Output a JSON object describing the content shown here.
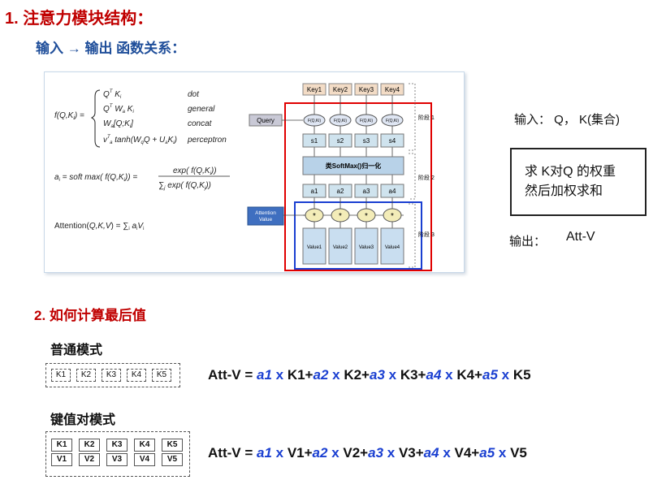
{
  "title": "1. 注意力模块结构：",
  "subtitle": "输入 → 输出  函数关系：",
  "figure": {
    "formula_left": "f(Q,K",
    "cases": [
      {
        "expr": "Q",
        "name": "dot"
      },
      {
        "expr": "Q",
        "name": "general"
      },
      {
        "expr": "W",
        "name": "concat"
      },
      {
        "expr": "v",
        "name": "perceptron"
      }
    ],
    "softmax_prefix": "a",
    "attention_prefix": "Attention(Q,K,V) =",
    "keys": [
      "Key1",
      "Key2",
      "Key3",
      "Key4"
    ],
    "query": "Query",
    "f_node": "F(Q,Ki)",
    "scores": [
      "s1",
      "s2",
      "s3",
      "s4"
    ],
    "softmax": "类SoftMax()归一化",
    "weights": [
      "a1",
      "a2",
      "a3",
      "a4"
    ],
    "attention_value": "Attention Value",
    "values": [
      "Value1",
      "Value2",
      "Value3",
      "Value4"
    ],
    "stages": [
      "阶段 1",
      "阶段 2",
      "阶段 3"
    ]
  },
  "side": {
    "input": "输入： Q， K(集合)",
    "box_line1": "求 K对Q 的权重",
    "box_line2": "然后加权求和",
    "output_label": "输出：",
    "output_value": "Att-V"
  },
  "section2": "2. 如何计算最后值",
  "normal_mode": {
    "title": "普通模式",
    "keys": [
      "K1",
      "K2",
      "K3",
      "K4",
      "K5"
    ]
  },
  "kv_mode": {
    "title": "键值对模式",
    "keys": [
      "K1",
      "K2",
      "K3",
      "K4",
      "K5"
    ],
    "values": [
      "V1",
      "V2",
      "V3",
      "V4",
      "V5"
    ]
  },
  "equation1": {
    "lhs": "Att-V = ",
    "terms": [
      {
        "w": "a1",
        "x": " x ",
        "k": "K1"
      },
      {
        "w": "a2",
        "x": " x ",
        "k": "K2"
      },
      {
        "w": "a3",
        "x": " x ",
        "k": "K3"
      },
      {
        "w": "a4",
        "x": " x ",
        "k": "K4"
      },
      {
        "w": "a5",
        "x": " x ",
        "k": "K5"
      }
    ]
  },
  "equation2": {
    "lhs": "Att-V = ",
    "terms": [
      {
        "w": "a1",
        "x": " x ",
        "k": "V1"
      },
      {
        "w": "a2",
        "x": " x ",
        "k": "V2"
      },
      {
        "w": "a3",
        "x": " x ",
        "k": "V3"
      },
      {
        "w": "a4",
        "x": " x ",
        "k": "V4"
      },
      {
        "w": "a5",
        "x": " x ",
        "k": "V5"
      }
    ]
  },
  "colors": {
    "title_red": "#c00000",
    "subtitle_blue": "#1f4e9a",
    "weight_blue": "#1a3fd1",
    "stage_red": "#e00000",
    "stage_blue": "#1a3fd1"
  }
}
